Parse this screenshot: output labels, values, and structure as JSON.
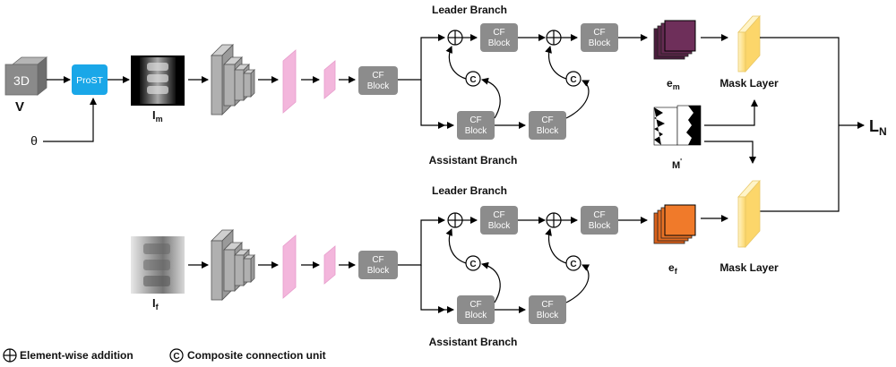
{
  "inputs": {
    "volume_label": "3D",
    "volume_var": "V",
    "theta": "θ",
    "prost": "ProST",
    "im": "I",
    "im_sub": "m",
    "if": "I",
    "if_sub": "f"
  },
  "cf_block": {
    "line1": "CF",
    "line2": "Block"
  },
  "branches": {
    "leader": "Leader Branch",
    "assistant": "Assistant Branch"
  },
  "outputs": {
    "em": "e",
    "em_sub": "m",
    "ef": "e",
    "ef_sub": "f",
    "mask_m": "M",
    "mask_m_sup": "'",
    "mask_layer": "Mask Layer",
    "loss": "L",
    "loss_sub": "N"
  },
  "legend": {
    "add": "Element-wise addition",
    "ccu": "Composite connection unit",
    "ccu_symbol": "C"
  },
  "colors": {
    "cf_block": "#8c8c8c",
    "prost": "#1aa7e8",
    "em": "#6e2f5a",
    "ef": "#f07a2a",
    "mask_layer": "#ffe08a",
    "pink": "#f3b6dc",
    "cube": "#8a8a8a"
  }
}
